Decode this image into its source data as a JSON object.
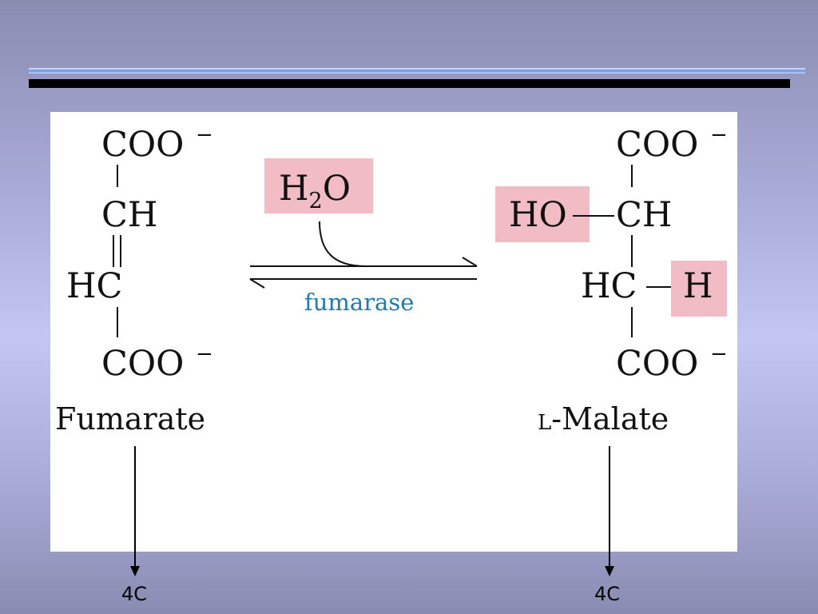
{
  "substrate": {
    "top": "COO",
    "c2": "CH",
    "c3": "HC",
    "bottom": "COO",
    "charge": "−",
    "name": "Fumarate",
    "carbon_count": "4C"
  },
  "reagent": {
    "h": "H",
    "sub": "2",
    "o": "O"
  },
  "enzyme": "fumarase",
  "product": {
    "top": "COO",
    "c2": "CH",
    "c3": "HC",
    "bottom": "COO",
    "charge": "−",
    "added_oh": "HO",
    "added_h": "H",
    "name_prefix": "L",
    "name_rest": "-Malate",
    "carbon_count": "4C"
  },
  "colors": {
    "highlight": "#f2bcc4",
    "enzyme_text": "#1d79b8"
  }
}
